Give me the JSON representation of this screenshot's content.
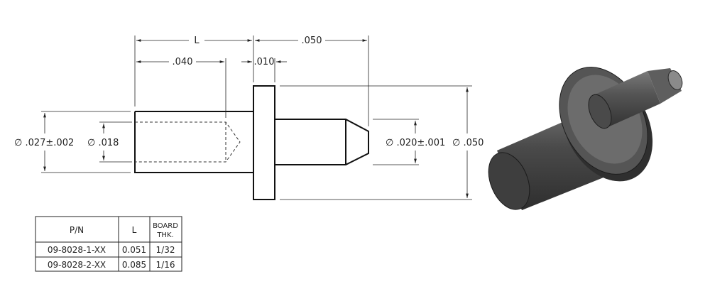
{
  "dimensions": {
    "overall_length": "L",
    "tip_length": ".050",
    "shank_length": ".040",
    "flange_thickness": ".010",
    "shank_diameter": "∅ .027±.002",
    "bore_diameter": "∅ .018",
    "pin_diameter": "∅ .020±.001",
    "flange_diameter": "∅ .050"
  },
  "table": {
    "headers": {
      "part_number": "P/N",
      "length": "L",
      "board_line1": "BOARD",
      "board_line2": "THK."
    },
    "rows": [
      {
        "pn": "09-8028-1-XX",
        "l": "0.051",
        "thk": "1/32"
      },
      {
        "pn": "09-8028-2-XX",
        "l": "0.085",
        "thk": "1/16"
      }
    ]
  },
  "colors": {
    "line": "#111111",
    "dim_line": "#222222",
    "part_dark": "#3a3a3a",
    "part_mid": "#5a5a5a",
    "part_light": "#8a8a8a"
  }
}
